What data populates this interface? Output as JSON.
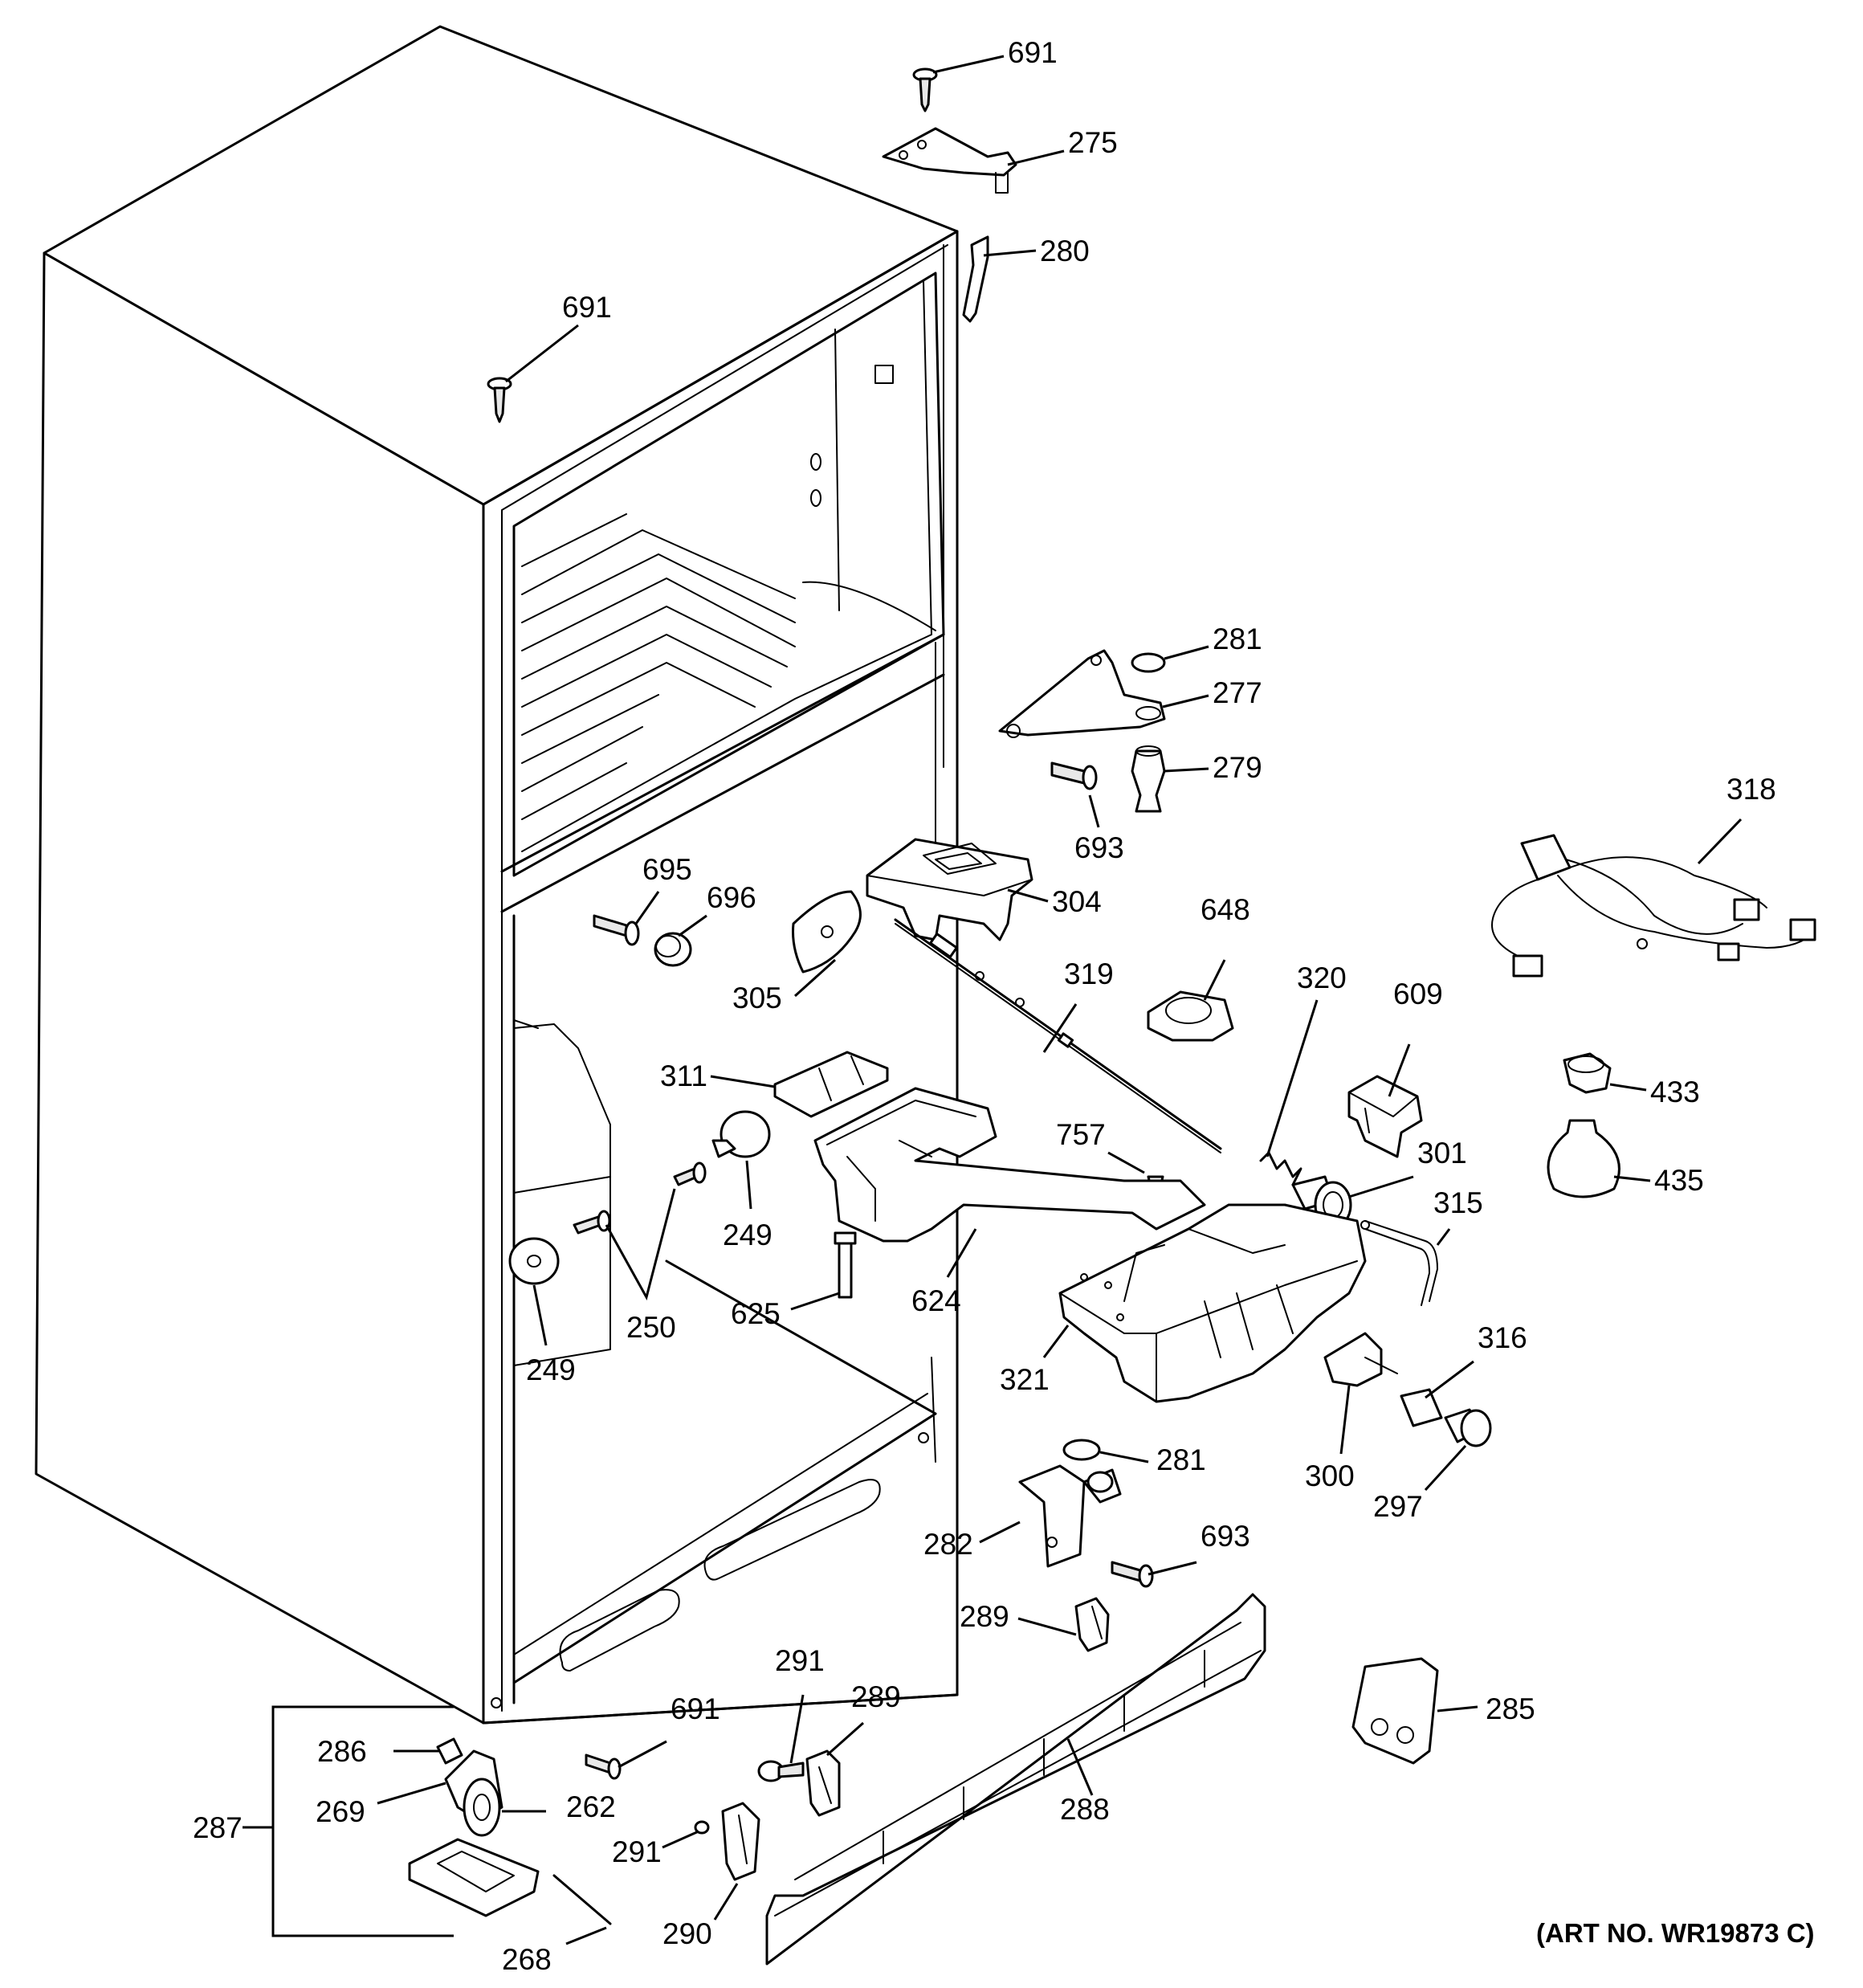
{
  "diagram": {
    "art_number": "(ART NO. WR19873 C)",
    "part_labels": [
      {
        "id": "691-top",
        "text": "691"
      },
      {
        "id": "275",
        "text": "275"
      },
      {
        "id": "280",
        "text": "280"
      },
      {
        "id": "691-case",
        "text": "691"
      },
      {
        "id": "281-upper",
        "text": "281"
      },
      {
        "id": "277",
        "text": "277"
      },
      {
        "id": "279",
        "text": "279"
      },
      {
        "id": "693-upper",
        "text": "693"
      },
      {
        "id": "318",
        "text": "318"
      },
      {
        "id": "695",
        "text": "695"
      },
      {
        "id": "696",
        "text": "696"
      },
      {
        "id": "304",
        "text": "304"
      },
      {
        "id": "648",
        "text": "648"
      },
      {
        "id": "305",
        "text": "305"
      },
      {
        "id": "319",
        "text": "319"
      },
      {
        "id": "320",
        "text": "320"
      },
      {
        "id": "609",
        "text": "609"
      },
      {
        "id": "311",
        "text": "311"
      },
      {
        "id": "433",
        "text": "433"
      },
      {
        "id": "757",
        "text": "757"
      },
      {
        "id": "301",
        "text": "301"
      },
      {
        "id": "435",
        "text": "435"
      },
      {
        "id": "249-upper",
        "text": "249"
      },
      {
        "id": "315",
        "text": "315"
      },
      {
        "id": "625",
        "text": "625"
      },
      {
        "id": "624",
        "text": "624"
      },
      {
        "id": "250",
        "text": "250"
      },
      {
        "id": "316",
        "text": "316"
      },
      {
        "id": "321",
        "text": "321"
      },
      {
        "id": "249-lower",
        "text": "249"
      },
      {
        "id": "281-lower",
        "text": "281"
      },
      {
        "id": "300",
        "text": "300"
      },
      {
        "id": "297",
        "text": "297"
      },
      {
        "id": "282",
        "text": "282"
      },
      {
        "id": "693-lower",
        "text": "693"
      },
      {
        "id": "289-upper",
        "text": "289"
      },
      {
        "id": "291-upper",
        "text": "291"
      },
      {
        "id": "691-bottom",
        "text": "691"
      },
      {
        "id": "289-lower",
        "text": "289"
      },
      {
        "id": "285",
        "text": "285"
      },
      {
        "id": "286",
        "text": "286"
      },
      {
        "id": "269",
        "text": "269"
      },
      {
        "id": "262",
        "text": "262"
      },
      {
        "id": "288",
        "text": "288"
      },
      {
        "id": "287",
        "text": "287"
      },
      {
        "id": "291-lower",
        "text": "291"
      },
      {
        "id": "290",
        "text": "290"
      },
      {
        "id": "268",
        "text": "268"
      }
    ]
  }
}
